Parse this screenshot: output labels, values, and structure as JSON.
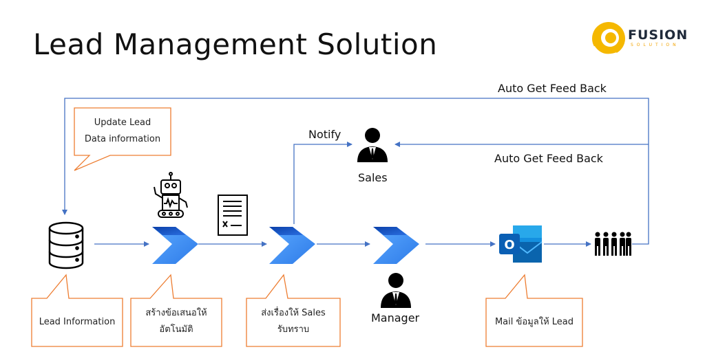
{
  "title": "Lead Management Solution",
  "logo": {
    "word": "FUSION",
    "sub": "SOLUTION",
    "color": "#f5b800"
  },
  "colors": {
    "line": "#4472c4",
    "callout_border": "#ed7d31",
    "flow_dark": "#0f4ec1",
    "flow_light": "#4b9bf5"
  },
  "labels": {
    "auto_feedback_top": "Auto Get Feed Back",
    "auto_feedback_mid": "Auto Get Feed Back",
    "notify": "Notify",
    "sales": "Sales",
    "manager": "Manager"
  },
  "callouts": {
    "update_lead": {
      "line1": "Update Lead",
      "line2": "Data information"
    },
    "lead_information": {
      "line1": "Lead Information"
    },
    "auto_offer": {
      "line1": "สร้างข้อเสนอให้",
      "line2": "อัตโนมัติ"
    },
    "notify_sales": {
      "line1": "ส่งเรื่องให้ Sales",
      "line2": "รับทราบ"
    },
    "mail": {
      "line1": "Mail ข้อมูลให้ Lead"
    }
  },
  "icons": {
    "database": "database-icon",
    "robot": "robot-icon",
    "document": "document-icon",
    "flow": "power-automate-icon",
    "person": "person-icon",
    "outlook": "outlook-icon",
    "people": "people-group-icon"
  }
}
